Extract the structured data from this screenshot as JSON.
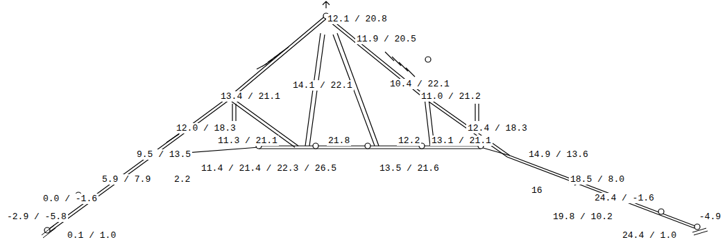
{
  "diagram": {
    "labels": [
      "12.1 / 20.8",
      "11.9 / 20.5",
      "14.1 / 22.1",
      "10.4 / 22.1",
      "13.4 / 21.1",
      "11.0 / 21.2",
      "12.0 / 18.3",
      "12.4 / 18.3",
      "11.3 / 21.1",
      "21.8",
      "12.2",
      "13.1 / 21.1",
      "9.5 / 13.5",
      "14.9 / 13.6",
      "11.4 / 21.4 / 22.3 / 26.5",
      "13.5 / 21.6",
      "5.9 / 7.9",
      "2.2",
      "18.5 / 8.0",
      "16",
      "0.0 / -1.6",
      "24.4 / -1.6",
      "-2.9 / -5.8",
      "19.8 / 10.2",
      "-4.9",
      "0.1 / 1.0",
      "24.4 / 1.0"
    ]
  }
}
